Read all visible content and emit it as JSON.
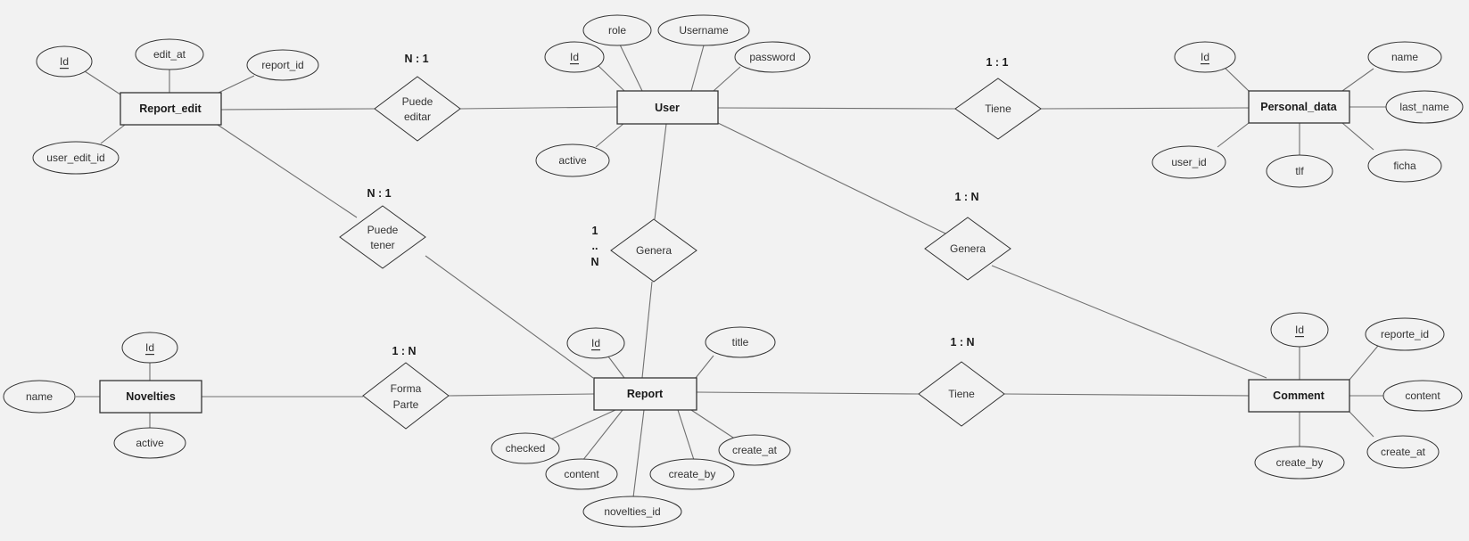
{
  "entities": {
    "report_edit": "Report_edit",
    "user": "User",
    "personal_data": "Personal_data",
    "novelties": "Novelties",
    "report": "Report",
    "comment": "Comment"
  },
  "attributes": {
    "report_edit_id": "Id",
    "report_edit_edit_at": "edit_at",
    "report_edit_report_id": "report_id",
    "report_edit_user_edit_id": "user_edit_id",
    "user_id": "Id",
    "user_role": "role",
    "user_username": "Username",
    "user_password": "password",
    "user_active": "active",
    "personal_id": "Id",
    "personal_name": "name",
    "personal_last_name": "last_name",
    "personal_user_id": "user_id",
    "personal_tlf": "tlf",
    "personal_ficha": "ficha",
    "novelties_id": "Id",
    "novelties_name": "name",
    "novelties_active": "active",
    "report_id": "Id",
    "report_title": "title",
    "report_checked": "checked",
    "report_content": "content",
    "report_create_by": "create_by",
    "report_create_at": "create_at",
    "report_novelties_id": "novelties_id",
    "comment_id": "Id",
    "comment_reporte_id": "reporte_id",
    "comment_content": "content",
    "comment_create_by": "create_by",
    "comment_create_at": "create_at"
  },
  "relationships": {
    "puede_editar": [
      "Puede",
      "editar"
    ],
    "tiene_personal": "Tiene",
    "puede_tener": [
      "Puede",
      "tener"
    ],
    "genera_report": "Genera",
    "genera_comment": "Genera",
    "forma_parte": [
      "Forma",
      "Parte"
    ],
    "tiene_comment": "Tiene"
  },
  "cardinalities": {
    "puede_editar": "N : 1",
    "tiene_personal": "1 : 1",
    "puede_tener": "N : 1",
    "genera_comment": "1 : N",
    "genera_report": [
      "1",
      "..",
      "N"
    ],
    "forma_parte": "1 : N",
    "tiene_comment": "1 : N"
  }
}
